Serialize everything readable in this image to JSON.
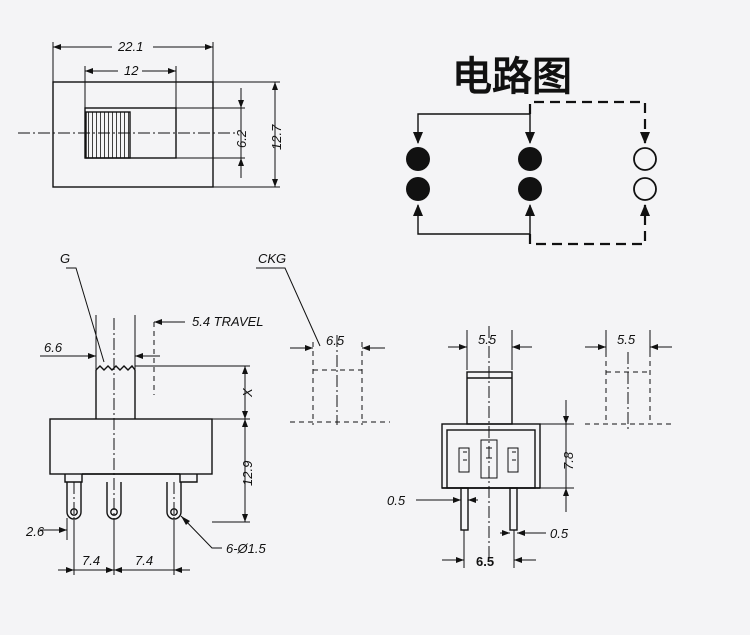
{
  "title": "电路图",
  "top_view": {
    "overall_length": "22.1",
    "slot_length": "12",
    "slot_height": "6.2",
    "overall_height": "12.7"
  },
  "side_view": {
    "label_g": "G",
    "actuator_width": "6.6",
    "travel": "5.4 TRAVEL",
    "actuator_height": "X",
    "body_height": "12.9",
    "lead_offset": "2.6",
    "pitch_left": "7.4",
    "pitch_right": "7.4",
    "hole_spec": "6-Ø1.5"
  },
  "ckg_view": {
    "label": "CKG",
    "width": "6.5"
  },
  "end_view": {
    "actuator_width": "5.5",
    "body_height": "7.8",
    "lead_thickness_left": "0.5",
    "lead_thickness_right": "0.5",
    "lead_spacing": "6.5"
  },
  "end_view_alt": {
    "actuator_width": "5.5"
  },
  "colors": {
    "ink": "#111111",
    "paper": "#f4f4f6"
  }
}
